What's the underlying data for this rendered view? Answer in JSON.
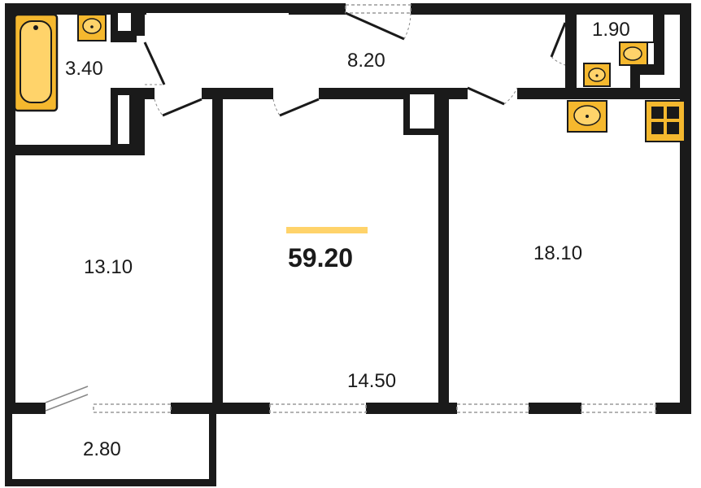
{
  "plan": {
    "total_area": "59.20",
    "rooms": {
      "bathroom": "3.40",
      "hall": "8.20",
      "toilet": "1.90",
      "bedroom": "13.10",
      "living": "14.50",
      "kitchen": "18.10",
      "balcony": "2.80"
    }
  },
  "colors": {
    "wall": "#1a1a1a",
    "fixture": "#f5b82e",
    "accent": "#ffd36a"
  }
}
